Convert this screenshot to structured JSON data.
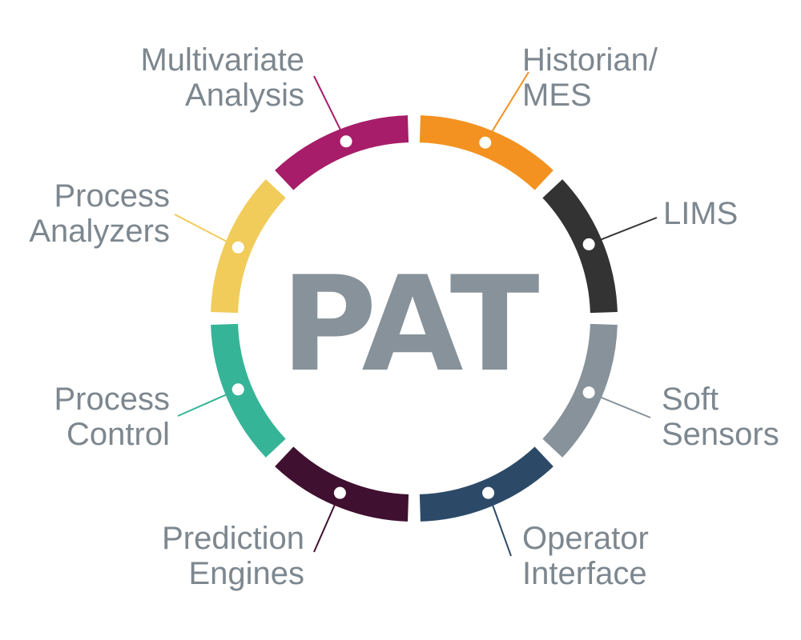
{
  "center": {
    "label": "PAT",
    "color": "#87929a"
  },
  "label_color": "#7d878f",
  "segments": [
    {
      "key": "historian-mes",
      "lines": [
        "Historian/",
        "MES"
      ],
      "color": "#f39220"
    },
    {
      "key": "lims",
      "lines": [
        "LIMS"
      ],
      "color": "#333333"
    },
    {
      "key": "soft-sensors",
      "lines": [
        "Soft",
        "Sensors"
      ],
      "color": "#87929a"
    },
    {
      "key": "operator-interface",
      "lines": [
        "Operator",
        "Interface"
      ],
      "color": "#2c4a68"
    },
    {
      "key": "prediction-engines",
      "lines": [
        "Prediction",
        "Engines"
      ],
      "color": "#3f1030"
    },
    {
      "key": "process-control",
      "lines": [
        "Process",
        "Control"
      ],
      "color": "#36b497"
    },
    {
      "key": "process-analyzers",
      "lines": [
        "Process",
        "Analyzers"
      ],
      "color": "#f1cc5a"
    },
    {
      "key": "multivariate-analysis",
      "lines": [
        "Multivariate",
        "Analysis"
      ],
      "color": "#a71d69"
    }
  ]
}
